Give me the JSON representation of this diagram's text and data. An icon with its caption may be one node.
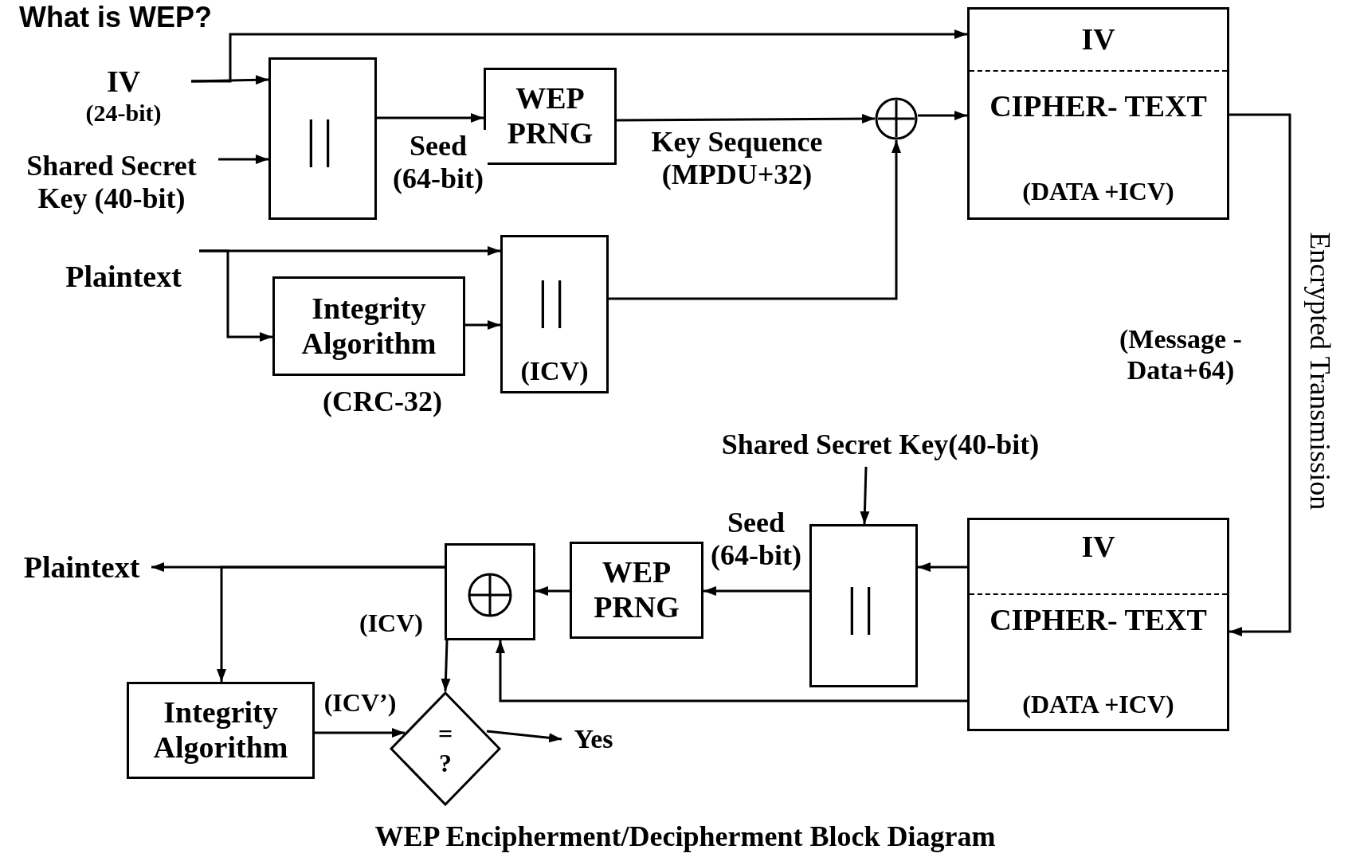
{
  "diagram": {
    "title": "What is WEP?",
    "caption": "WEP Encipherment/Decipherment Block Diagram",
    "nodes": [
      {
        "text": [
          "IV",
          "(24-bit)"
        ]
      },
      {
        "text": [
          "Shared Secret Key (40-bit)"
        ]
      },
      {
        "text": [
          "||"
        ]
      },
      {
        "text": [
          "WEP PRNG"
        ]
      },
      {
        "text": [],
        "shape": "circle"
      },
      {
        "text": [
          "IV",
          "CIPHER- TEXT",
          "(DATA +ICV)"
        ]
      },
      {
        "text": [
          "Plaintext"
        ]
      },
      {
        "text": [
          "Integrity Algorithm"
        ],
        "beside": [
          "(CRC-32)"
        ]
      },
      {
        "text": [
          "||",
          "(ICV)"
        ]
      },
      {
        "text": [
          "Shared Secret Key(40-bit)"
        ]
      },
      {
        "text": [
          "||"
        ]
      },
      {
        "text": [
          "WEP PRNG"
        ]
      },
      {
        "text": [],
        "shape": "box"
      },
      {
        "text": [
          "IV",
          "CIPHER- TEXT",
          "(DATA +ICV)"
        ]
      },
      {
        "text": [
          "Plaintext"
        ]
      },
      {
        "text": [
          "Integrity Algorithm"
        ]
      },
      {
        "text": [
          "=",
          "?"
        ]
      },
      {
        "text": [
          "Yes"
        ]
      }
    ],
    "edges": [
      {
        "from": 0,
        "to": 2,
        "arrow": "to"
      },
      {
        "from": 0,
        "to": 5,
        "arrow": "to"
      },
      {
        "from": 1,
        "to": 2,
        "arrow": "to"
      },
      {
        "from": 2,
        "to": 3,
        "arrow": "to",
        "label": "Seed (64-bit)"
      },
      {
        "from": 3,
        "to": 4,
        "arrow": "to",
        "label": "Key Sequence (MPDU+32)"
      },
      {
        "from": 4,
        "to": 5,
        "arrow": "to"
      },
      {
        "from": 6,
        "to": 8,
        "arrow": "to"
      },
      {
        "from": 6,
        "to": 7,
        "arrow": "to"
      },
      {
        "from": 7,
        "to": 8,
        "arrow": "to"
      },
      {
        "from": 8,
        "to": 4,
        "arrow": "to"
      },
      {
        "from": 5,
        "to": 13,
        "arrow": "to",
        "label": "Encrypted Transmission"
      },
      {
        "from": 9,
        "to": 10,
        "arrow": "to"
      },
      {
        "from": 13,
        "to": 10,
        "arrow": "to"
      },
      {
        "from": 10,
        "to": 11,
        "arrow": "to",
        "label": "Seed (64-bit)"
      },
      {
        "from": 11,
        "to": 12,
        "arrow": "to"
      },
      {
        "from": 13,
        "to": 12,
        "arrow": "to"
      },
      {
        "from": 12,
        "to": 14,
        "arrow": "to"
      },
      {
        "from": 12,
        "to": 15,
        "arrow": "to"
      },
      {
        "from": 12,
        "to": 16,
        "arrow": "to",
        "label": "(ICV)"
      },
      {
        "from": 15,
        "to": 16,
        "arrow": "to",
        "label": "(ICV’)"
      },
      {
        "from": 16,
        "to": 17,
        "arrow": "to"
      }
    ],
    "labels": [
      "(Message - Data+64)"
    ]
  }
}
